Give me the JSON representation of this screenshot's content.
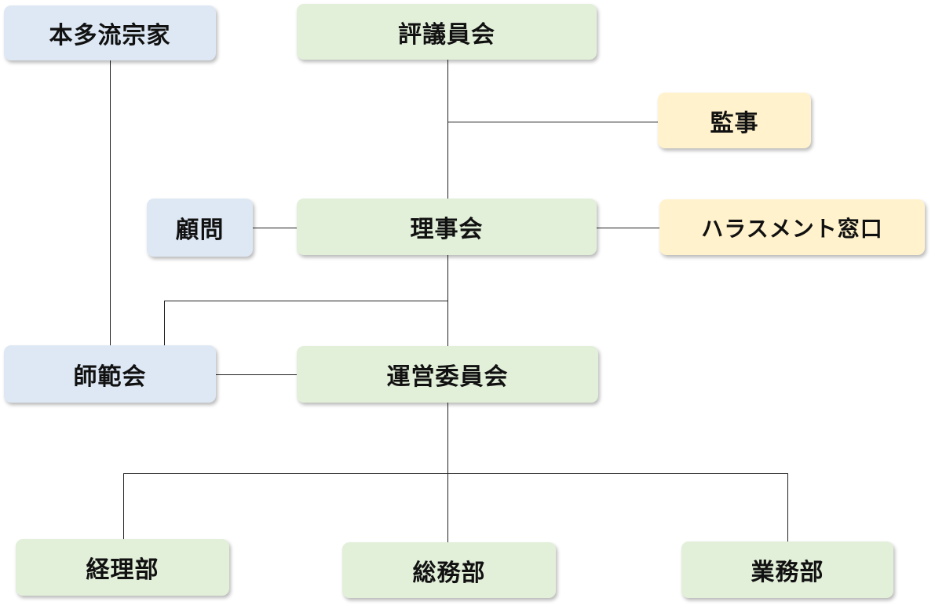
{
  "nodes": {
    "soke": "本多流宗家",
    "hyogiinkai": "評議員会",
    "kanji": "監事",
    "komon": "顧問",
    "rijikai": "理事会",
    "harassment": "ハラスメント窓口",
    "shihankai": "師範会",
    "uneiiinkai": "運営委員会",
    "keiribu": "経理部",
    "somubu": "総務部",
    "gyomubu": "業務部"
  },
  "colors": {
    "blue": "#dde8f4",
    "green": "#e2efd9",
    "yellow": "#fff2cc",
    "line": "#222222"
  }
}
